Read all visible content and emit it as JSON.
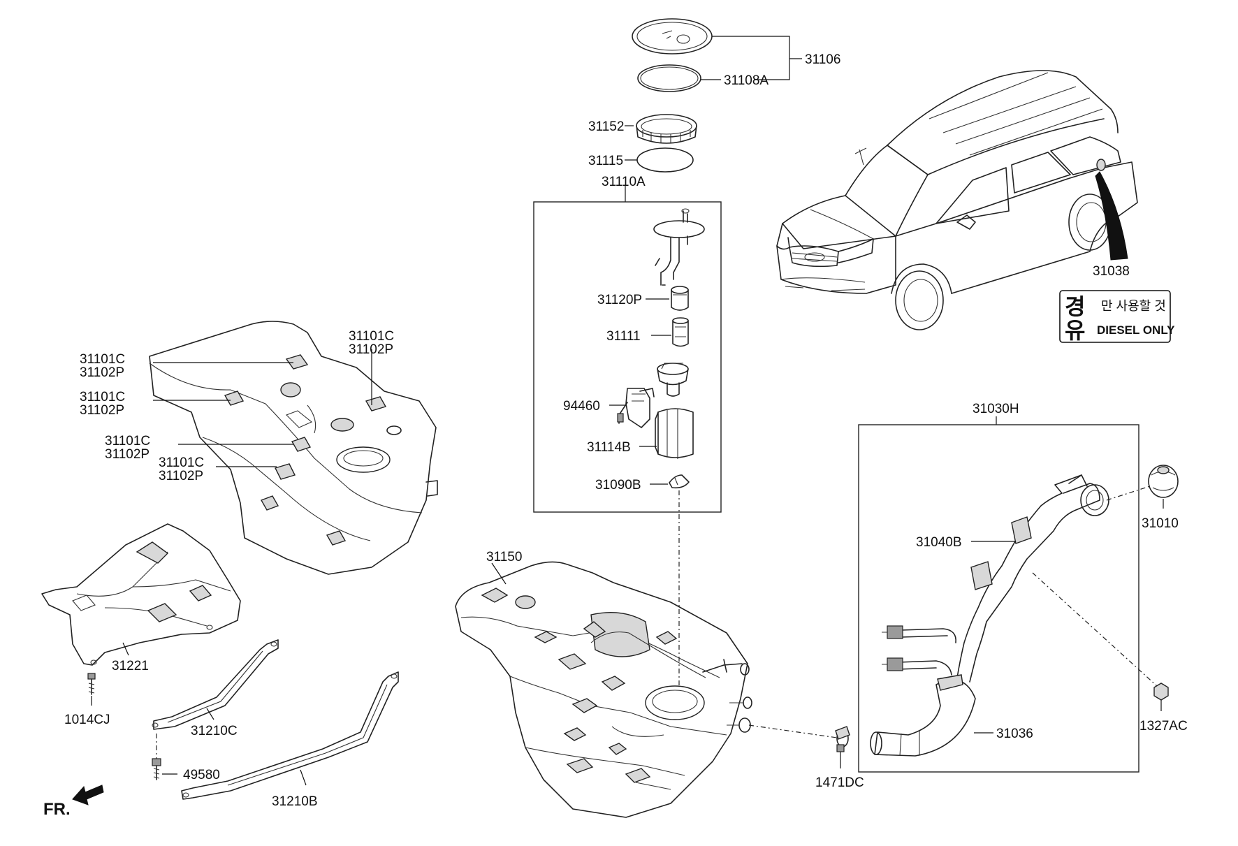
{
  "diagram": {
    "labels": {
      "l31106": "31106",
      "l31108a": "31108A",
      "l31152": "31152",
      "l31115": "31115",
      "l31110a": "31110A",
      "l31120p": "31120P",
      "l31111": "31111",
      "l94460": "94460",
      "l31114b": "31114B",
      "l31090b": "31090B",
      "l31150": "31150",
      "l31038": "31038",
      "l31030h": "31030H",
      "l31040b": "31040B",
      "l31010": "31010",
      "l1327ac": "1327AC",
      "l31036": "31036",
      "l1471dc": "1471DC",
      "l31221": "31221",
      "l1014cj": "1014CJ",
      "l31210c": "31210C",
      "l49580": "49580",
      "l31210b": "31210B",
      "l31101c_a": "31101C",
      "l31102p_a": "31102P",
      "l31101c_b": "31101C",
      "l31102p_b": "31102P",
      "l31101c_c": "31101C",
      "l31102p_c": "31102P",
      "l31101c_d": "31101C",
      "l31102p_d": "31102P",
      "l31101c_e": "31101C",
      "l31102p_e": "31102P",
      "fr": "FR."
    },
    "decal": {
      "big_char_top": "경",
      "big_char_bottom": "유",
      "korean_text": "만 사용할 것",
      "english_text": "DIESEL ONLY"
    }
  }
}
